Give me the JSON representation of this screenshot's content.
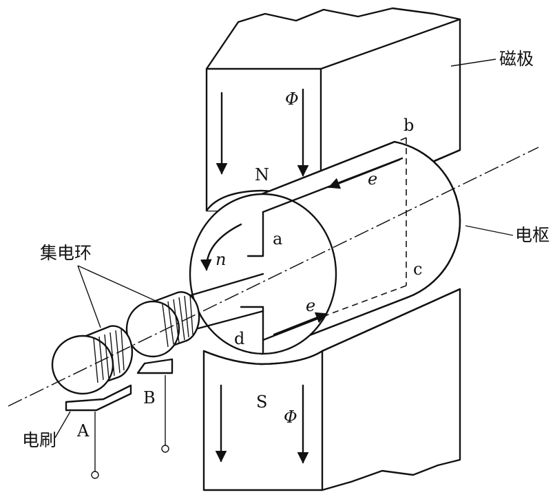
{
  "labels": {
    "magnetic_pole": "磁极",
    "armature": "电枢",
    "slip_rings": "集电环",
    "brush": "电刷",
    "north": "N",
    "south": "S",
    "flux_top": "Φ",
    "flux_bottom": "Φ",
    "emf_top": "e",
    "emf_bottom": "e",
    "rotation": "n",
    "corner_a": "a",
    "corner_b": "b",
    "corner_c": "c",
    "corner_d": "d",
    "terminal_a": "A",
    "terminal_b": "B"
  }
}
